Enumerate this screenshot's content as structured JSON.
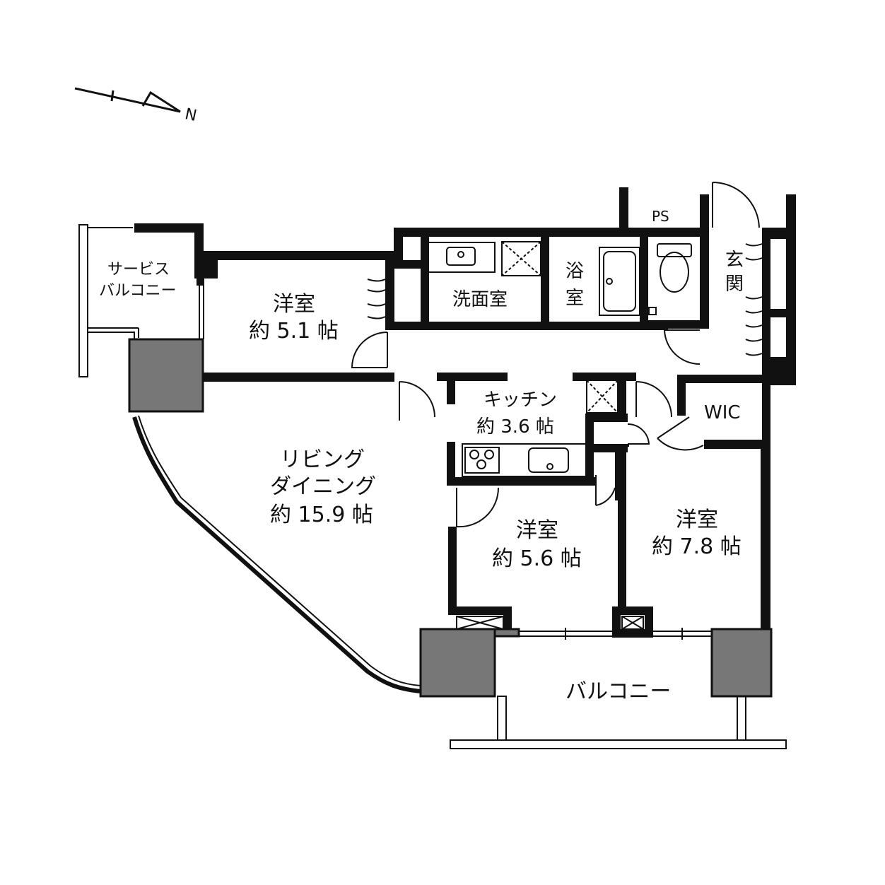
{
  "compass": {
    "label": "N"
  },
  "rooms": {
    "service_balcony": {
      "line1": "サービス",
      "line2": "バルコニー"
    },
    "western_room_1": {
      "name": "洋室",
      "size": "約 5.1 帖"
    },
    "washroom": {
      "name": "洗面室"
    },
    "bathroom": {
      "line1": "浴",
      "line2": "室"
    },
    "ps": {
      "name": "PS"
    },
    "entrance": {
      "line1": "玄",
      "line2": "関"
    },
    "kitchen": {
      "name": "キッチン",
      "size": "約 3.6 帖"
    },
    "wic": {
      "name": "WIC"
    },
    "living": {
      "line1": "リビング",
      "line2": "ダイニング",
      "size": "約 15.9 帖"
    },
    "western_room_2": {
      "name": "洋室",
      "size": "約 5.6 帖"
    },
    "western_room_3": {
      "name": "洋室",
      "size": "約 7.8 帖"
    },
    "balcony": {
      "name": "バルコニー"
    }
  },
  "colors": {
    "wall": "#111111",
    "pillar": "#777777",
    "background": "#ffffff"
  }
}
